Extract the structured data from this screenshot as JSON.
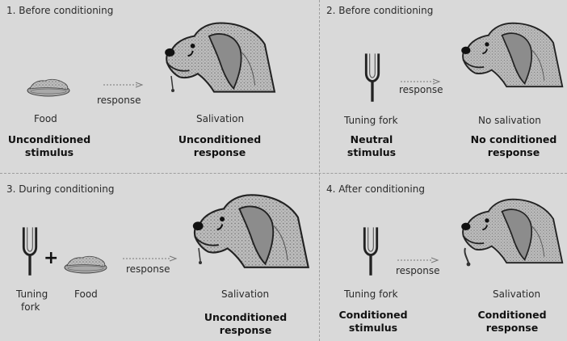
{
  "panels": [
    {
      "title": "1. Before conditioning",
      "stimulus_labels": [
        "Food"
      ],
      "response_word": "response",
      "dog_label": "Salivation",
      "term_left": [
        "Unconditioned",
        "stimulus"
      ],
      "term_right": [
        "Unconditioned",
        "response"
      ]
    },
    {
      "title": "2. Before conditioning",
      "stimulus_labels": [
        "Tuning fork"
      ],
      "response_word": "response",
      "dog_label": "No salivation",
      "term_left": [
        "Neutral",
        "stimulus"
      ],
      "term_right": [
        "No conditioned",
        "response"
      ]
    },
    {
      "title": "3. During conditioning",
      "stimulus_labels": [
        "Tuning",
        "fork",
        "Food"
      ],
      "response_word": "response",
      "dog_label": "Salivation",
      "term_left": [],
      "term_right": [
        "Unconditioned",
        "response"
      ]
    },
    {
      "title": "4. After conditioning",
      "stimulus_labels": [
        "Tuning fork"
      ],
      "response_word": "response",
      "dog_label": "Salivation",
      "term_left": [
        "Conditioned",
        "stimulus"
      ],
      "term_right": [
        "Conditioned",
        "response"
      ]
    }
  ],
  "plus_sign": "+",
  "icons": {
    "dog": "dog-head-icon",
    "food": "food-bowl-icon",
    "fork": "tuning-fork-icon",
    "arrow": "arrow-right-icon"
  }
}
